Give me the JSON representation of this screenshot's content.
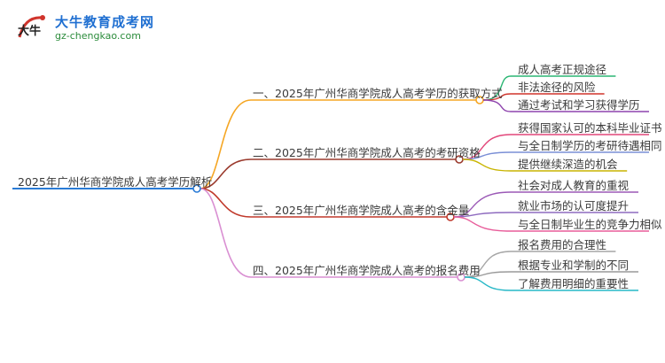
{
  "logo": {
    "mark_text": "大牛",
    "title": "大牛教育成考网",
    "subtitle": "gz-chengkao.com"
  },
  "root": {
    "label": "2025年广州华商学院成人高考学历解析",
    "color": "#2a7bd6"
  },
  "branches": [
    {
      "label": "一、2025年广州华商学院成人高考学历的获取方式",
      "color": "#f5a623",
      "children": [
        {
          "label": "成人高考正规途径",
          "color": "#2bb673"
        },
        {
          "label": "非法途径的风险",
          "color": "#d0342c"
        },
        {
          "label": "通过考试和学习获得学历",
          "color": "#8e44ad"
        }
      ]
    },
    {
      "label": "二、2025年广州华商学院成人高考的考研资格",
      "color": "#9b3b2e",
      "children": [
        {
          "label": "获得国家认可的本科毕业证书",
          "color": "#e2467a"
        },
        {
          "label": "与全日制学历的考研待遇相同",
          "color": "#7a8fd6"
        },
        {
          "label": "提供继续深造的机会",
          "color": "#c8b400"
        }
      ]
    },
    {
      "label": "三、2025年广州华商学院成人高考的含金量",
      "color": "#c0392b",
      "children": [
        {
          "label": "社会对成人教育的重视",
          "color": "#9b59b6"
        },
        {
          "label": "就业市场的认可度提升",
          "color": "#8e6bbf"
        },
        {
          "label": "与全日制毕业生的竞争力相似",
          "color": "#e85d9a"
        }
      ]
    },
    {
      "label": "四、2025年广州华商学院成人高考的报名费用",
      "color": "#d98fd2",
      "children": [
        {
          "label": "报名费用的合理性",
          "color": "#a6a6a6"
        },
        {
          "label": "根据专业和学制的不同",
          "color": "#9a9a9a"
        },
        {
          "label": "了解费用明细的重要性",
          "color": "#27b8c7"
        }
      ]
    }
  ]
}
